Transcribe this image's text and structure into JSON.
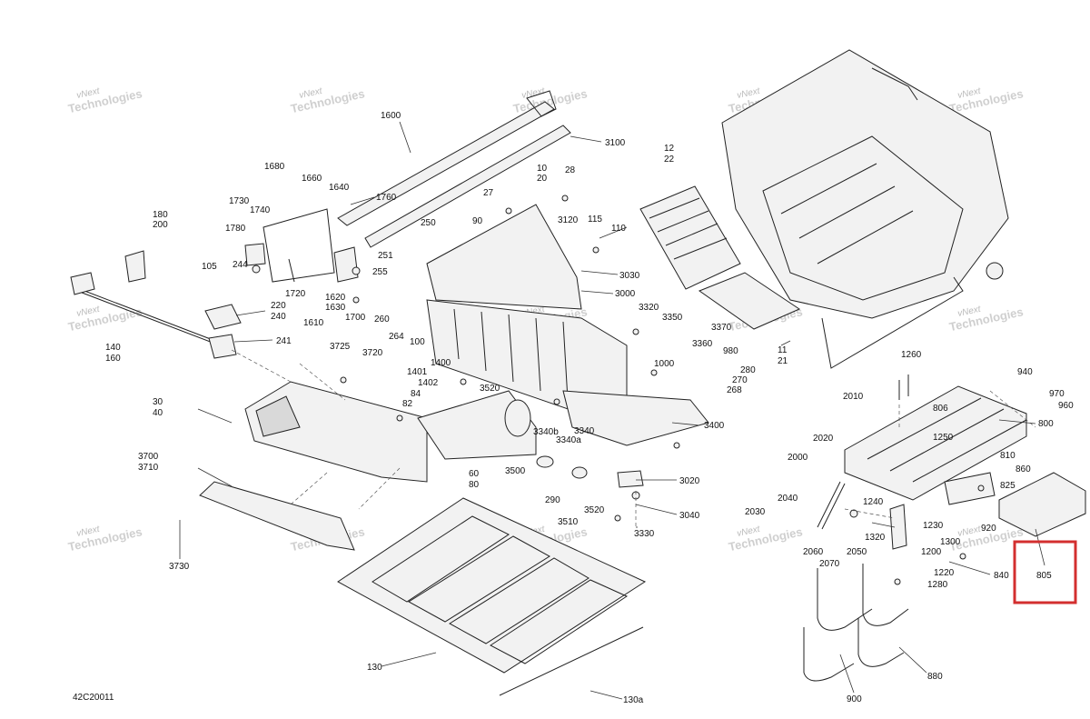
{
  "diagram": {
    "drawing_code": "42C20011",
    "highlight_color": "#d32f2f",
    "highlighted_part": "805",
    "watermark": {
      "line1": "vNext",
      "line2": "Technologies"
    },
    "callouts": [
      "1600",
      "3100",
      "1680",
      "1660",
      "1640",
      "1760",
      "1730",
      "1740",
      "1780",
      "180",
      "200",
      "105",
      "244",
      "220",
      "240",
      "1720",
      "1620",
      "1630",
      "1610",
      "1700",
      "241",
      "140",
      "160",
      "255",
      "260",
      "264",
      "251",
      "250",
      "90",
      "27",
      "10",
      "20",
      "28",
      "3120",
      "115",
      "110",
      "3030",
      "3000",
      "100",
      "3725",
      "3720",
      "1400",
      "1401",
      "1402",
      "84",
      "82",
      "3520",
      "30",
      "40",
      "3700",
      "3710",
      "3730",
      "60",
      "80",
      "3500",
      "290",
      "3510",
      "3340b",
      "3340a",
      "3340",
      "3320",
      "3350",
      "3370",
      "3360",
      "980",
      "1000",
      "280",
      "270",
      "268",
      "3400",
      "3020",
      "3040",
      "3330",
      "12",
      "22",
      "11",
      "21",
      "130",
      "130a",
      "1260",
      "940",
      "2010",
      "806",
      "970",
      "960",
      "800",
      "1250",
      "810",
      "860",
      "825",
      "2020",
      "2000",
      "2040",
      "1240",
      "2030",
      "1230",
      "920",
      "1320",
      "1300",
      "2060",
      "2050",
      "1200",
      "2070",
      "1220",
      "840",
      "1280",
      "880",
      "900",
      "805"
    ]
  }
}
